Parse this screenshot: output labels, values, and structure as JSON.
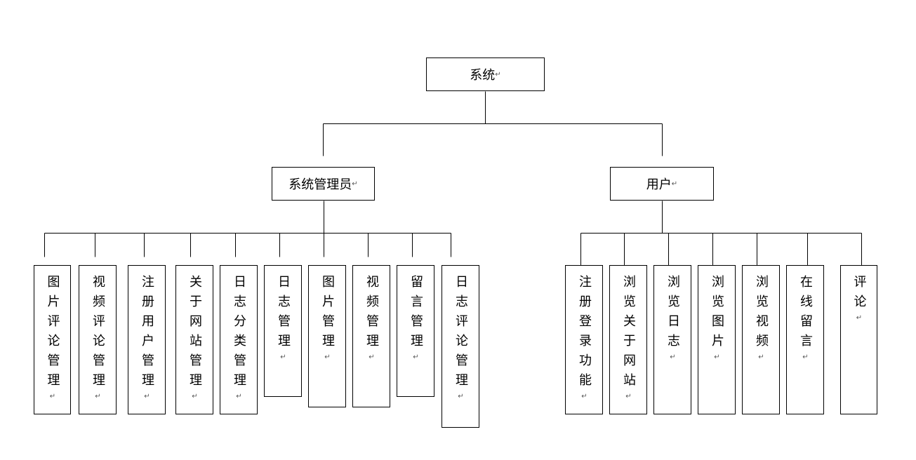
{
  "diagram": {
    "root": {
      "label": "系统"
    },
    "branches": [
      {
        "label": "系统管理员",
        "children": [
          "图片评论管理",
          "视频评论管理",
          "注册用户管理",
          "关于网站管理",
          "日志分类管理",
          "日志管理",
          "图片管理",
          "视频管理",
          "留言管理",
          "日志评论管理"
        ]
      },
      {
        "label": "用户",
        "children": [
          "注册登录功能",
          "浏览关于网站",
          "浏览日志",
          "浏览图片",
          "浏览视频",
          "在线留言",
          "评论"
        ]
      }
    ],
    "paragraph_mark": "↵",
    "line_color": "#000000",
    "box_border_color": "#000000"
  }
}
